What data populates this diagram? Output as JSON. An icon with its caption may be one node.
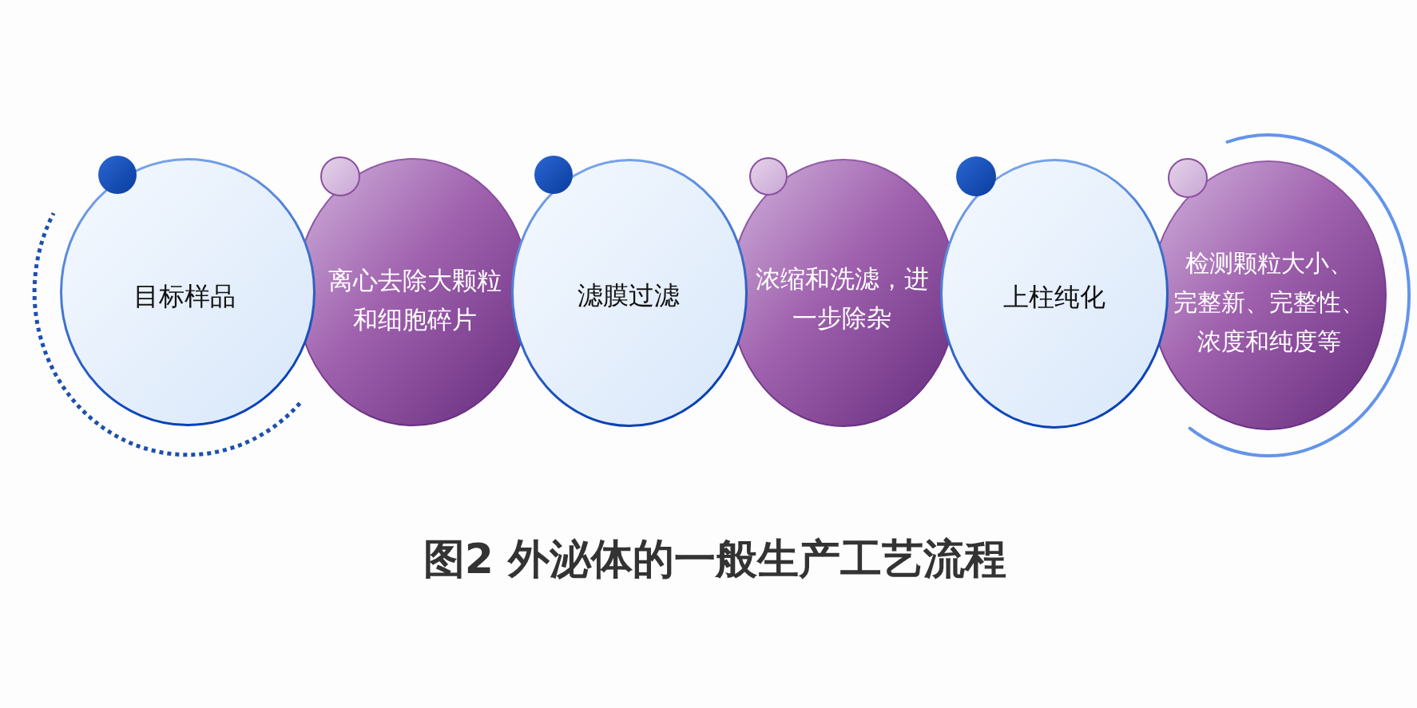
{
  "diagram": {
    "caption": "图2 外泌体的一般生产工艺流程",
    "nodes": [
      {
        "text": [
          "目标样品"
        ]
      },
      {
        "text": [
          "离心去除大颗粒和细胞碎片"
        ]
      },
      {
        "text": [
          "滤膜过滤"
        ]
      },
      {
        "text": [
          "浓缩和洗滤，进一步除杂"
        ]
      },
      {
        "text": [
          "上柱纯化"
        ]
      },
      {
        "text": [
          "检测颗粒大小、完整新、完整性、浓度和纯度等"
        ]
      }
    ]
  }
}
